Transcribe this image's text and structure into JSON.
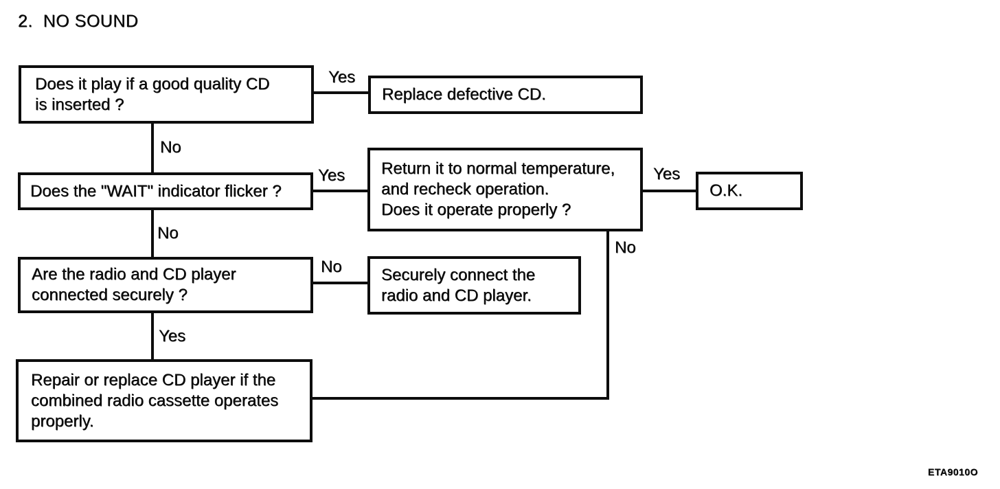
{
  "page": {
    "title": "2.  NO SOUND",
    "figure_code": "ETA9010O"
  },
  "flowchart": {
    "boxes": {
      "q1": {
        "lines": [
          "Does it play if a good quality CD",
          "is inserted ?"
        ]
      },
      "a1": {
        "lines": [
          "Replace defective CD."
        ]
      },
      "q2": {
        "lines": [
          "Does the \"WAIT\" indicator flicker ?"
        ]
      },
      "a2": {
        "lines": [
          "Return it to normal temperature,",
          "and recheck operation.",
          "Does it operate properly ?"
        ]
      },
      "ok": {
        "lines": [
          "O.K."
        ]
      },
      "q3": {
        "lines": [
          "Are the radio and CD player",
          "connected securely ?"
        ]
      },
      "a3": {
        "lines": [
          "Securely connect the",
          "radio and CD player."
        ]
      },
      "q4": {
        "lines": [
          "Repair or replace CD player if the",
          "combined radio cassette operates",
          "properly."
        ]
      }
    },
    "labels": {
      "q1_yes": "Yes",
      "q1_no": "No",
      "q2_yes": "Yes",
      "q2_no": "No",
      "a2_yes": "Yes",
      "a2_no": "No",
      "q3_no": "No",
      "q3_yes": "Yes"
    },
    "colors": {
      "ink": "#0d0d0d",
      "paper": "#ffffff"
    }
  }
}
